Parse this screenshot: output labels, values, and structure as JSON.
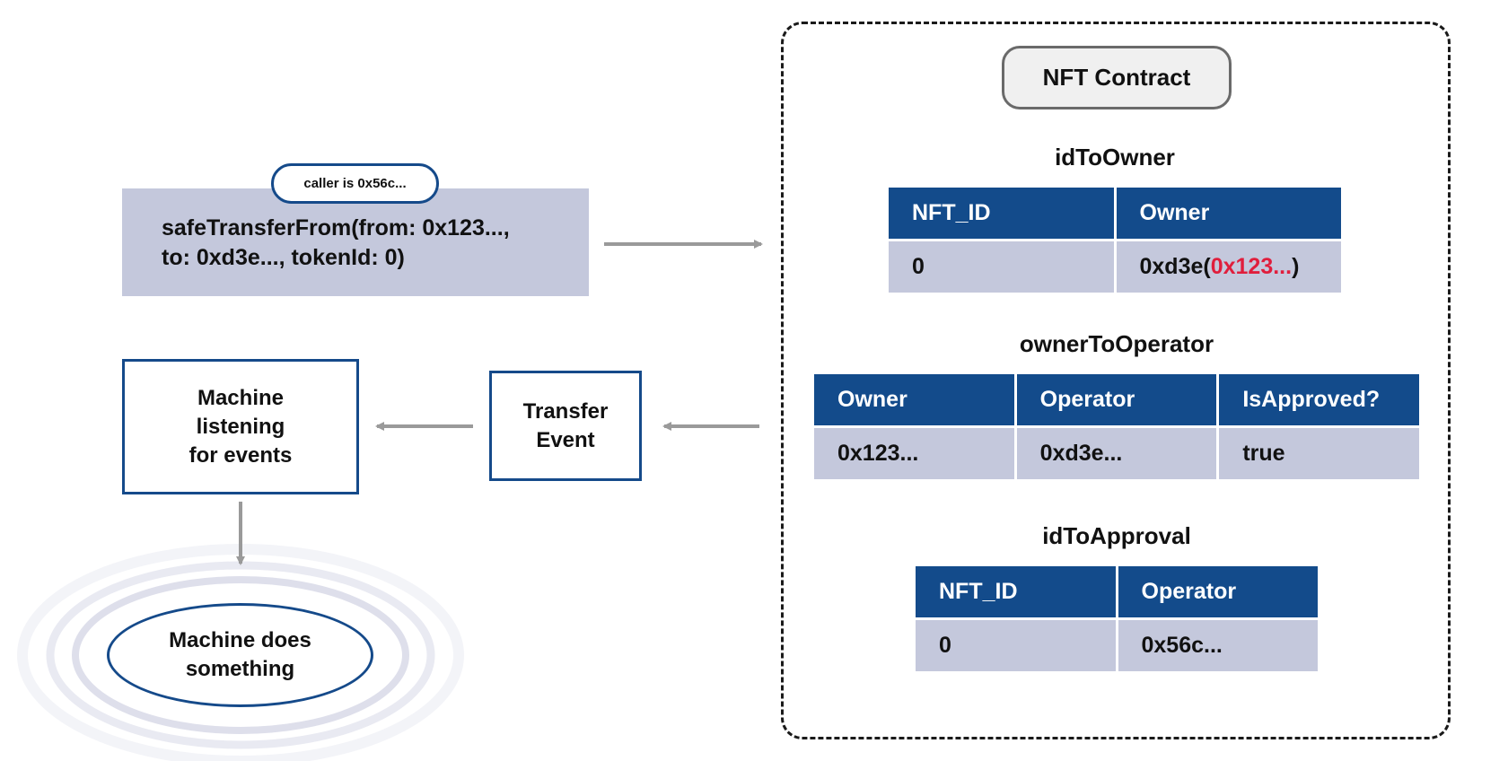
{
  "call": {
    "caller_label": "caller is 0x56c...",
    "line1": "safeTransferFrom(from: 0x123...,",
    "line2": "to: 0xd3e..., tokenId: 0)"
  },
  "listener": {
    "line1": "Machine",
    "line2": "listening",
    "line3": "for events"
  },
  "event": {
    "line1": "Transfer",
    "line2": "Event"
  },
  "doer": {
    "line1": "Machine does",
    "line2": "something"
  },
  "contract": {
    "title": "NFT Contract",
    "id_to_owner": {
      "title": "idToOwner",
      "headers": [
        "NFT_ID",
        "Owner"
      ],
      "row": {
        "nft_id": "0",
        "owner_prefix": "0xd3e(",
        "owner_old": "0x123...",
        "owner_suffix": ")"
      }
    },
    "owner_to_operator": {
      "title": "ownerToOperator",
      "headers": [
        "Owner",
        "Operator",
        "IsApproved?"
      ],
      "row": [
        "0x123...",
        "0xd3e...",
        "true"
      ]
    },
    "id_to_approval": {
      "title": "idToApproval",
      "headers": [
        "NFT_ID",
        "Operator"
      ],
      "row": [
        "0",
        "0x56c..."
      ]
    }
  },
  "colors": {
    "header_blue": "#134b8b",
    "cell_gray": "#c4c8dc",
    "outline_blue": "#154a8a",
    "highlight_red": "#e01e3c",
    "arrow_gray": "#9a9a9a"
  }
}
